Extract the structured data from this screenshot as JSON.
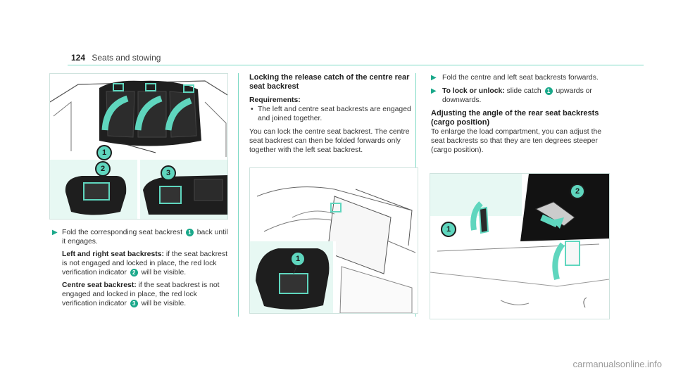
{
  "header": {
    "page_number": "124",
    "section": "Seats and stowing"
  },
  "left_text": {
    "step1": "Fold the corresponding seat backrest",
    "step1_tail": "back until it engages.",
    "label_lr": "Left and right seat backrests:",
    "lr_text": "if the seat backrest is not engaged and locked in place, the red lock verification indicator",
    "lr_tail": "will be visible.",
    "label_centre": "Centre seat backrest:",
    "centre_text": "if the seat backrest is not engaged and locked in place, the red lock verification indicator",
    "centre_tail": "will be visible."
  },
  "middle_text": {
    "heading": "Locking the release catch of the centre rear seat backrest",
    "req_label": "Requirements:",
    "req_item": "The left and centre seat backrests are engaged and joined together.",
    "para": "You can lock the centre seat backrest. The centre seat backrest can then be folded forwards only together with the left seat backrest."
  },
  "right_text": {
    "step_fold": "Fold the centre and left seat backrests forwards.",
    "lock_label": "To lock or unlock:",
    "lock_text": "slide catch",
    "lock_tail": "upwards or downwards.",
    "heading2": "Adjusting the angle of the rear seat backrests (cargo position)",
    "para2": "To enlarge the load compartment, you can adjust the seat backrests so that they are ten degrees steeper (cargo position)."
  },
  "callouts": {
    "one": "1",
    "two": "2",
    "three": "3"
  },
  "bullet_arrow": "▶",
  "watermark": "carmanualsonline.info",
  "colors": {
    "accent": "#1aa88a",
    "callout_fill": "#5fd6be",
    "rule": "#7cd9c4"
  }
}
